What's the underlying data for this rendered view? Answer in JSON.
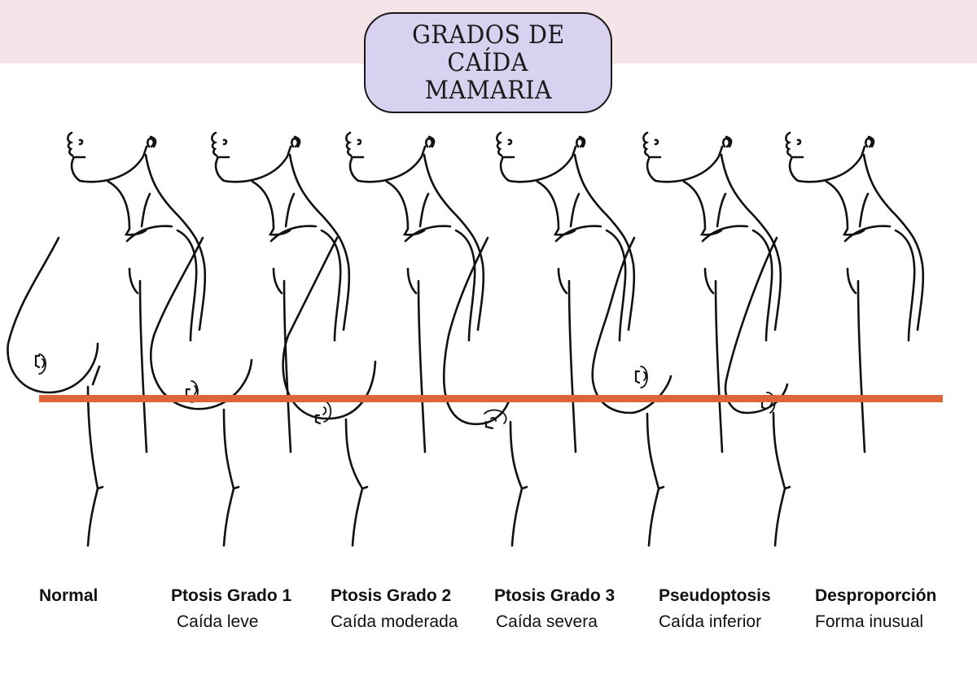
{
  "title": {
    "lines": [
      "GRADOS DE",
      "CAÍDA",
      "MAMARIA"
    ]
  },
  "colors": {
    "top_band": "#f6e5e8",
    "title_box": "#d9d1f0",
    "reference_line": "#d9673a",
    "line_art": "#111111"
  },
  "reference_line": {
    "description": "horizontal inframammary fold reference line"
  },
  "grades": [
    {
      "name": "Normal",
      "description": ""
    },
    {
      "name": "Ptosis Grado 1",
      "description": "Caída leve"
    },
    {
      "name": "Ptosis Grado 2",
      "description": "Caída moderada"
    },
    {
      "name": "Ptosis Grado 3",
      "description": "Caída severa"
    },
    {
      "name": "Pseudoptosis",
      "description": "Caída inferior"
    },
    {
      "name": "Desproporción",
      "description": "Forma inusual"
    }
  ]
}
